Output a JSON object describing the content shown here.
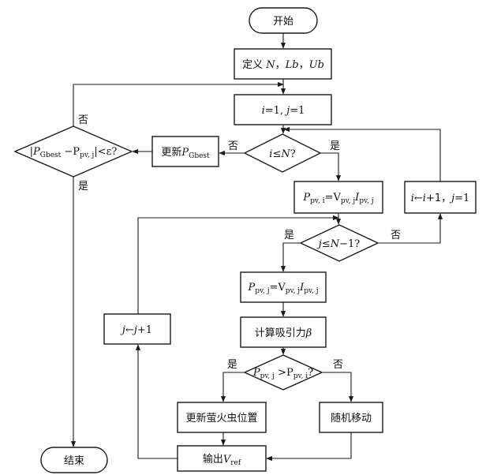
{
  "nodes": {
    "start": "开始",
    "define_prefix": "定义 ",
    "define_n": "N",
    "define_sep1": "，",
    "define_lb": "Lb",
    "define_sep2": "，",
    "define_ub": "Ub",
    "init_i": "i",
    "init_eq1": "=1, ",
    "init_j": "j",
    "init_eq2": "=1",
    "cond_i_var": "i",
    "cond_i_rest": "≤",
    "cond_i_n": "N",
    "cond_i_q": "?",
    "ppv_i_P": "P",
    "ppv_i_sub1": "pv, i",
    "ppv_i_eq": "=V",
    "ppv_i_sub2": "pv, j",
    "ppv_i_I": "I",
    "ppv_i_sub3": "pv, j",
    "inc_i_a": "i",
    "inc_i_b": "←",
    "inc_i_c": "i",
    "inc_i_d": "+1，",
    "inc_i_e": "j",
    "inc_i_f": "=1",
    "cond_j_var": "j",
    "cond_j_rest": "≤",
    "cond_j_n": "N",
    "cond_j_tail": "−1?",
    "ppv_j_P": "P",
    "ppv_j_sub1": "pv, j",
    "ppv_j_eq": "=V",
    "ppv_j_sub2": "pv, j",
    "ppv_j_I": "I",
    "ppv_j_sub3": "pv, j",
    "calc_text": "计算吸引力",
    "calc_beta": "β",
    "cmp_P1": "P",
    "cmp_sub1": "pv, j",
    "cmp_gt": " >P",
    "cmp_sub2": "pv, i",
    "cmp_q": "?",
    "update_pos": "更新萤火虫位置",
    "random_move": "随机移动",
    "output_text": "输出",
    "output_V": "V",
    "output_sub": "ref",
    "inc_j_a": "j",
    "inc_j_b": "←",
    "inc_j_c": "j",
    "inc_j_d": "+1",
    "update_gbest_text": "更新",
    "update_gbest_P": "P",
    "update_gbest_sub": "Gbest",
    "conv_bar1": "|",
    "conv_P1": "P",
    "conv_sub1": "Gbest",
    "conv_minus": " −P",
    "conv_sub2": "pv, j",
    "conv_bar2": "|",
    "conv_tail": "<ε?",
    "end": "结束"
  },
  "labels": {
    "yes": "是",
    "no": "否"
  },
  "colors": {
    "line": "#1a1a1a",
    "background": "#ffffff"
  }
}
